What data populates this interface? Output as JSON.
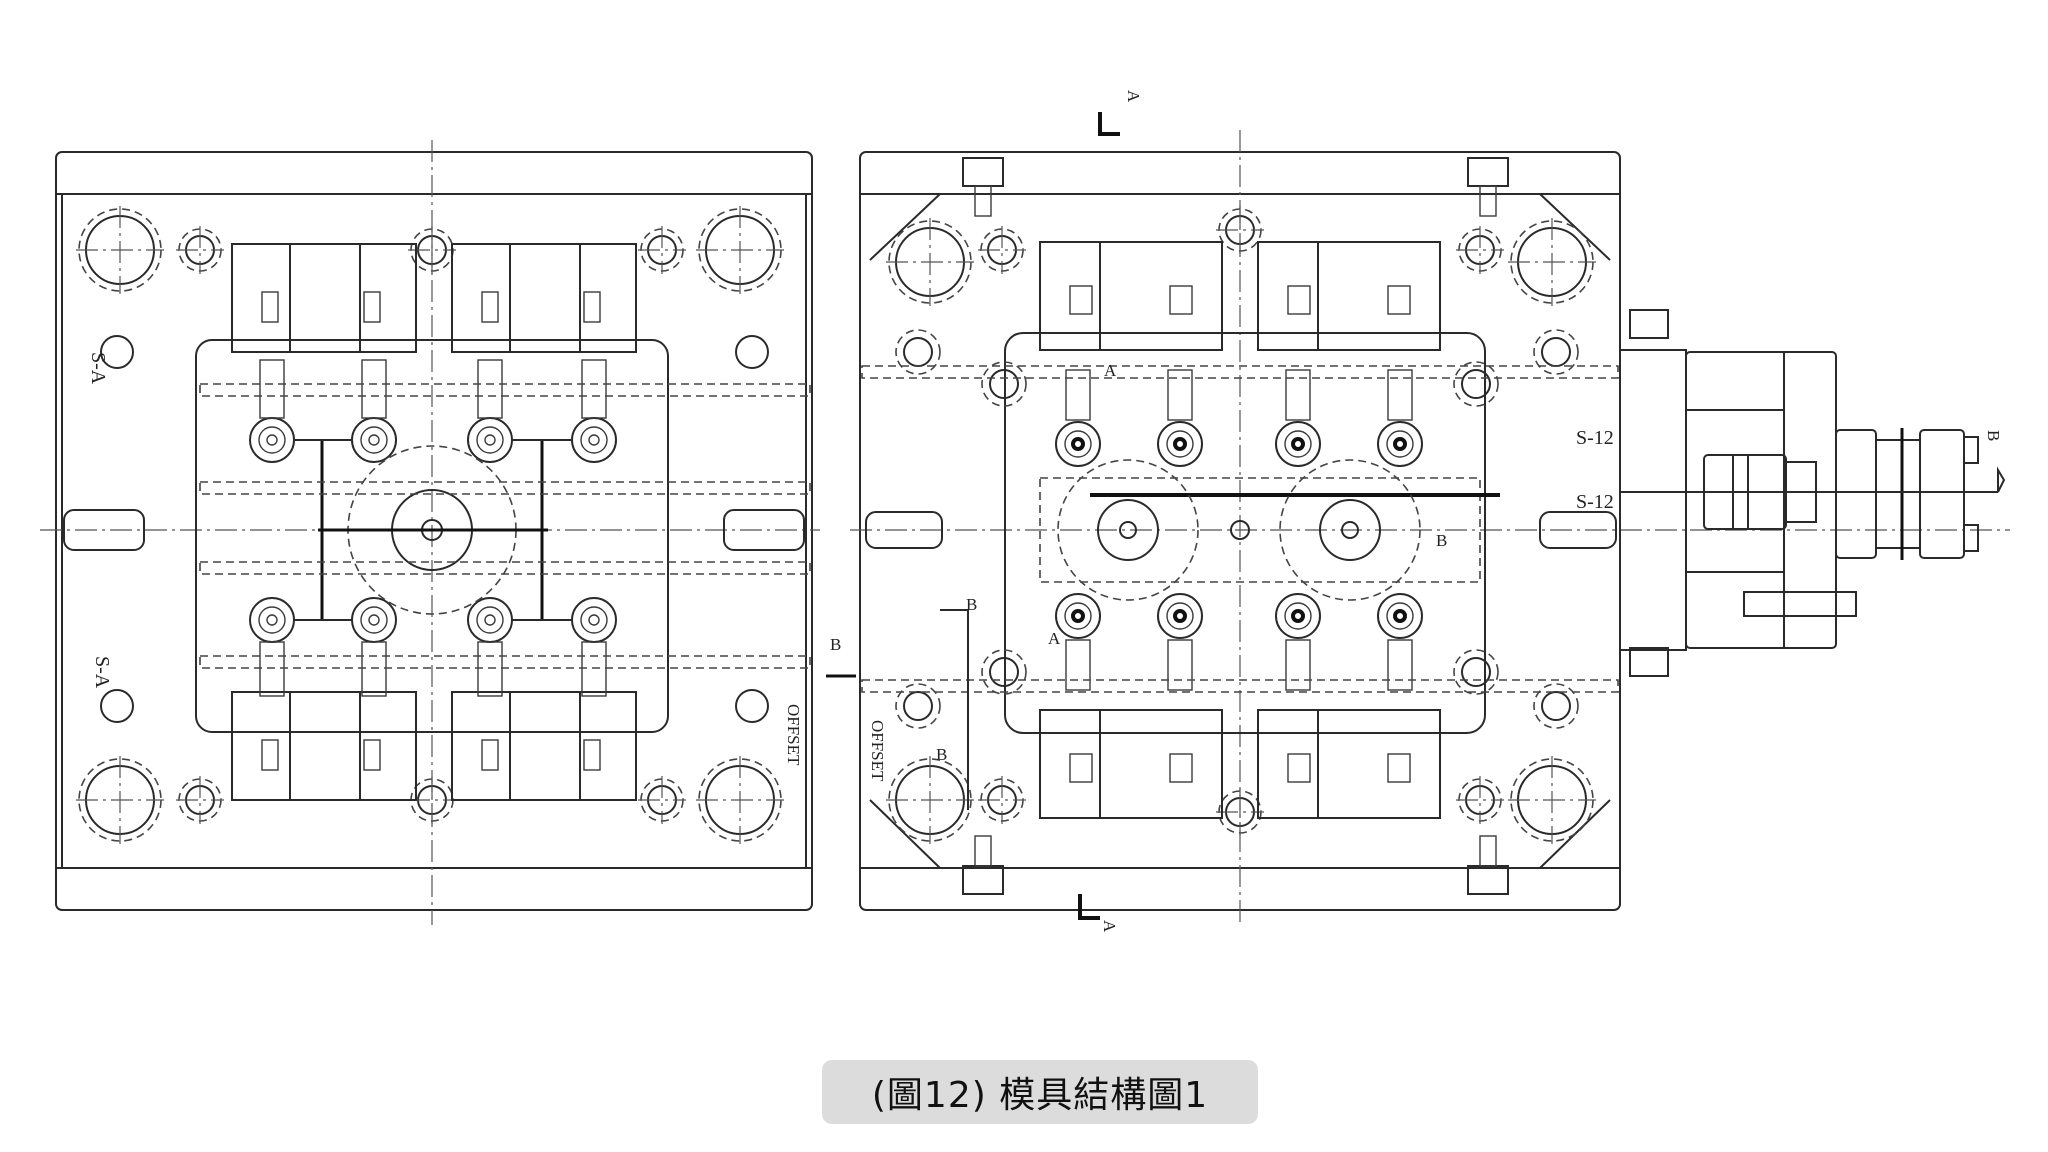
{
  "figure": {
    "caption": "(圖12) 模具結構圖1",
    "description": "Injection mold structure drawing: fixed-side plate view (left) and moving-side plate view with injection unit (right)"
  },
  "left_view": {
    "name": "mold-half-left",
    "labels": [
      {
        "id": "s-a-top",
        "text": "S-A"
      },
      {
        "id": "s-a-bottom",
        "text": "S-A"
      },
      {
        "id": "offset",
        "text": "OFFSET"
      }
    ],
    "cavities": 8,
    "slide_blocks": 8
  },
  "right_view": {
    "name": "mold-half-right",
    "labels": [
      {
        "id": "section-a-top",
        "text": "A"
      },
      {
        "id": "section-a-bottom",
        "text": "A"
      },
      {
        "id": "section-b-left",
        "text": "B"
      },
      {
        "id": "section-b-right",
        "text": "B"
      },
      {
        "id": "s12-top",
        "text": "S-12"
      },
      {
        "id": "s12-bottom",
        "text": "S-12"
      },
      {
        "id": "offset",
        "text": "OFFSET"
      },
      {
        "id": "b-mark-1",
        "text": "B"
      },
      {
        "id": "b-mark-2",
        "text": "B"
      },
      {
        "id": "b-mark-3",
        "text": "B"
      },
      {
        "id": "a-mark-1",
        "text": "A"
      },
      {
        "id": "a-mark-2",
        "text": "A"
      }
    ],
    "cavities": 8,
    "slide_blocks": 8
  },
  "colors": {
    "line": "#2a2a2a",
    "caption_bg": "#dcdcdc",
    "background": "#ffffff"
  }
}
